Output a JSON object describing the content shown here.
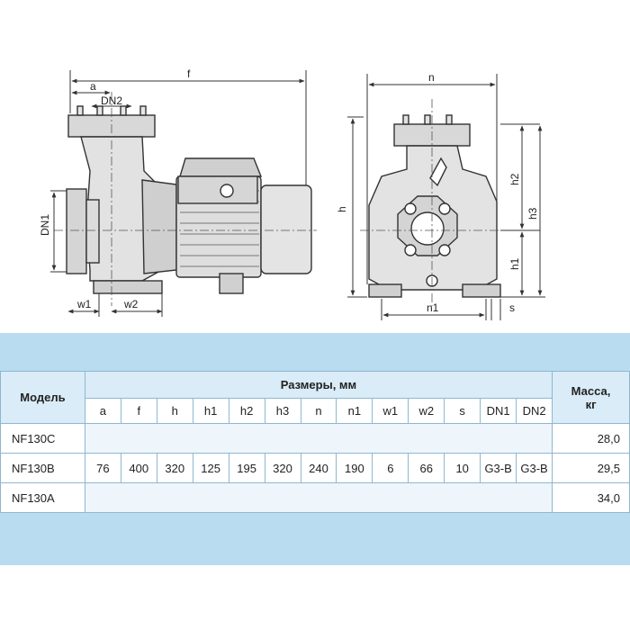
{
  "drawing": {
    "dimension_labels": {
      "f": "f",
      "a": "a",
      "dn2": "DN2",
      "dn1": "DN1",
      "w1": "w1",
      "w2": "w2",
      "n": "n",
      "h": "h",
      "h1": "h1",
      "h2": "h2",
      "h3": "h3",
      "n1": "n1",
      "s": "s"
    }
  },
  "table": {
    "model_header": "Модель",
    "dimensions_header": "Размеры, мм",
    "mass_header_line1": "Масса,",
    "mass_header_line2": "кг",
    "columns": [
      "a",
      "f",
      "h",
      "h1",
      "h2",
      "h3",
      "n",
      "n1",
      "w1",
      "w2",
      "s",
      "DN1",
      "DN2"
    ],
    "shared_values": [
      "76",
      "400",
      "320",
      "125",
      "195",
      "320",
      "240",
      "190",
      "6",
      "66",
      "10",
      "G3-B",
      "G3-B"
    ],
    "rows": [
      {
        "model": "NF130C",
        "mass": "28,0"
      },
      {
        "model": "NF130B",
        "mass": "29,5"
      },
      {
        "model": "NF130A",
        "mass": "34,0"
      }
    ]
  },
  "colors": {
    "panel": "#b9dcf0",
    "grid": "#8fb7cf",
    "header": "#d9ecf7"
  }
}
